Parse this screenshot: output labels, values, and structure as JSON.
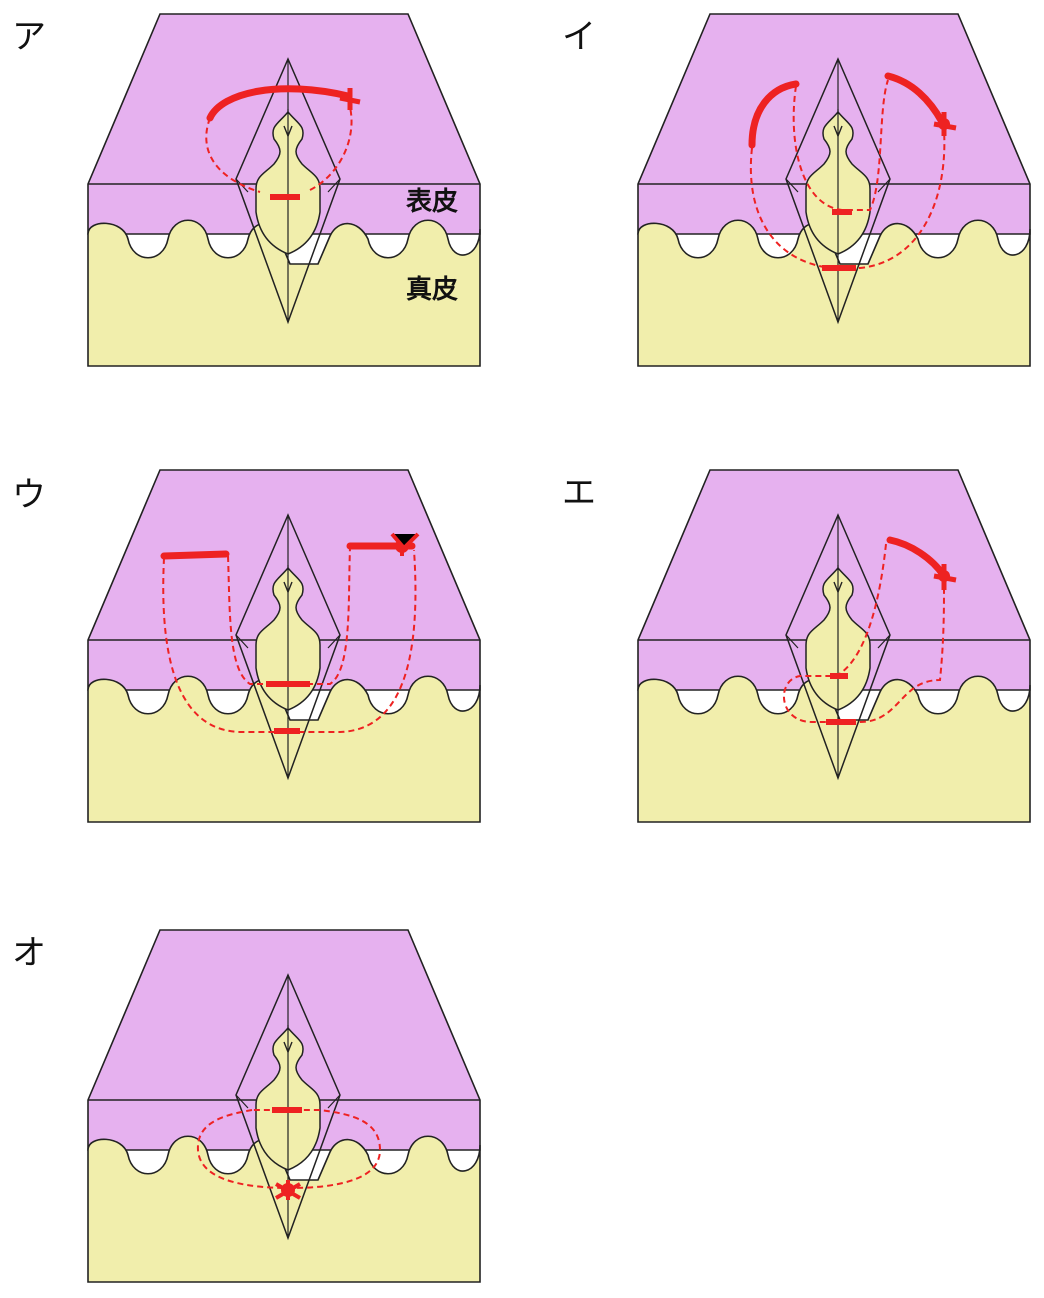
{
  "panels": [
    {
      "id": "a",
      "label": "ア"
    },
    {
      "id": "i",
      "label": "イ"
    },
    {
      "id": "u",
      "label": "ウ"
    },
    {
      "id": "e",
      "label": "エ"
    },
    {
      "id": "o",
      "label": "オ"
    }
  ],
  "layer_labels": {
    "epidermis": "表皮",
    "dermis": "真皮"
  },
  "colors": {
    "epidermis": "#e6b1ef",
    "dermis": "#f1eeac",
    "suture": "#ee2222",
    "line": "#222222"
  }
}
